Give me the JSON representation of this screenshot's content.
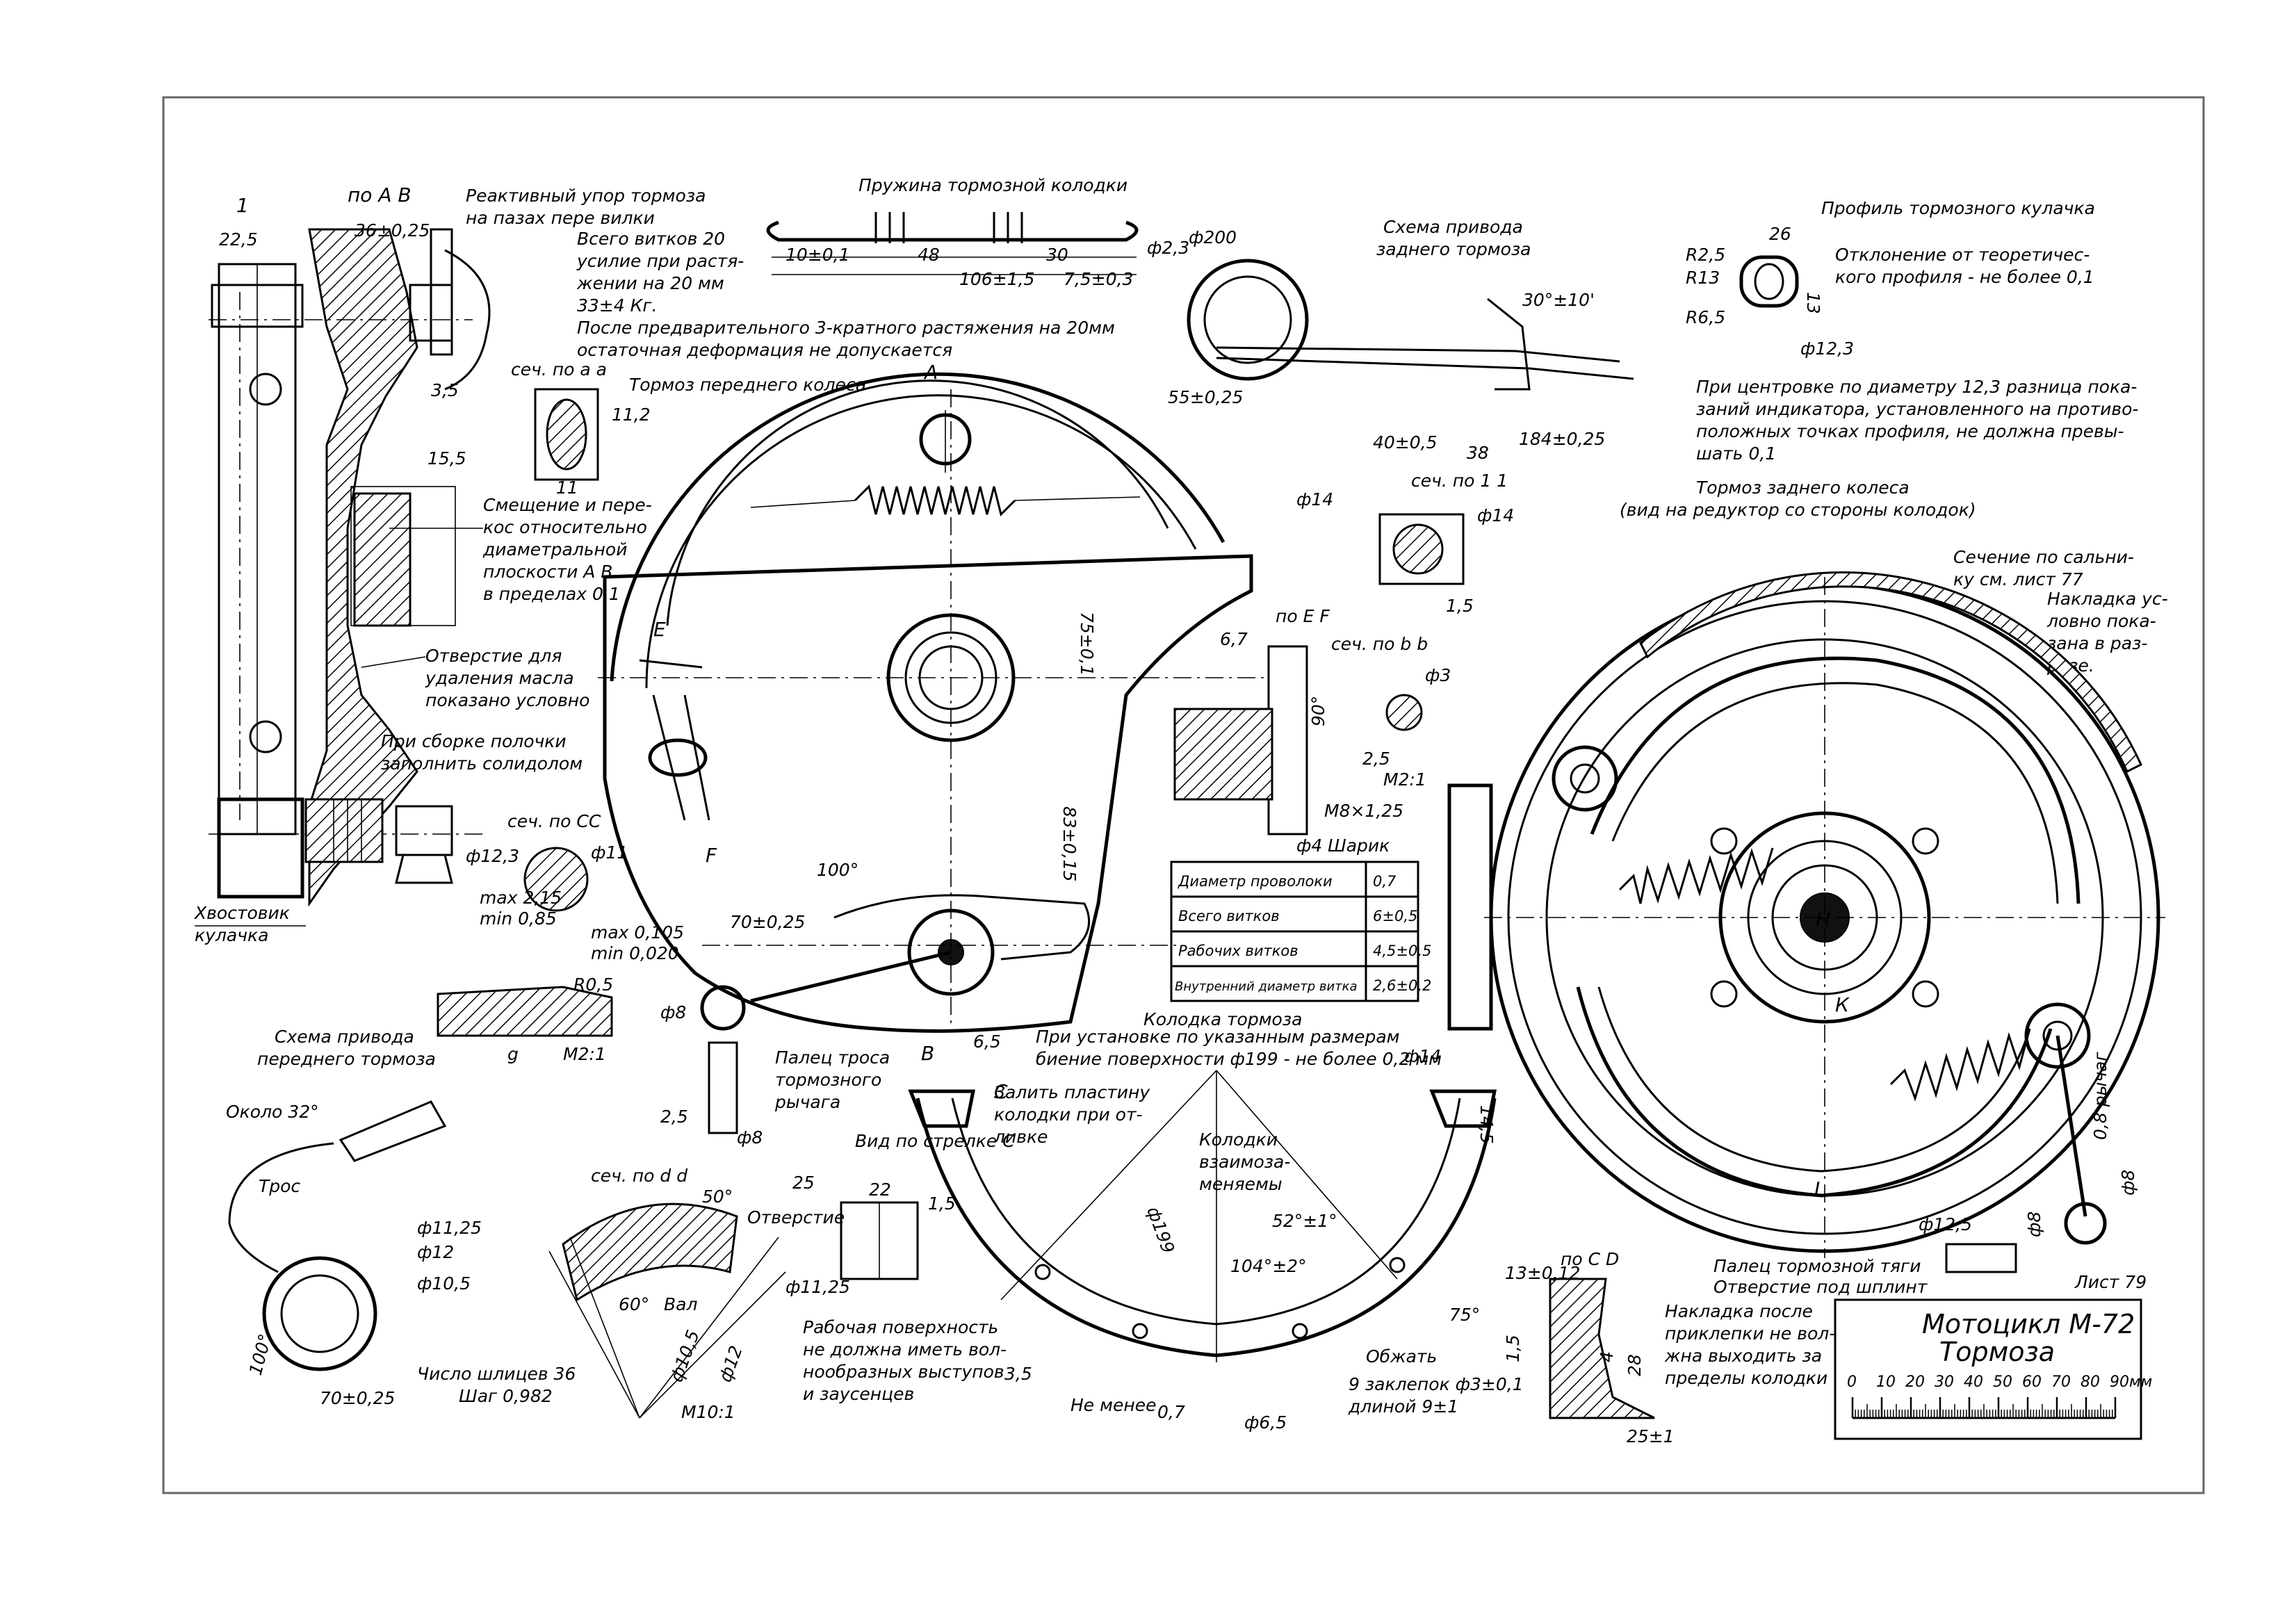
{
  "sheet": {
    "label": "Лист 79",
    "title_main": "Мотоцикл М-72",
    "title_sub": "Тормоза",
    "scale_ticks": [
      "0",
      "10",
      "20",
      "30",
      "40",
      "50",
      "60",
      "70",
      "80",
      "90мм"
    ]
  },
  "views": {
    "view_ab": "по А В",
    "sec_aa": "сеч. по а а",
    "sec_11": "сеч. по 1 1",
    "sec_bb": "сеч. по b b",
    "sec_cc": "сеч. по СС",
    "sec_dd": "сеч. по d d",
    "view_ef": "по Е F",
    "view_cd": "по С D",
    "view_arrow_c": "Вид по стрелке С",
    "sec_marker_1": "1",
    "marker_a": "А",
    "marker_b": "В",
    "marker_e": "Е",
    "marker_f": "F",
    "marker_c": "С",
    "marker_h": "Н",
    "marker_k": "К",
    "marker_l": "L"
  },
  "headings": {
    "front_brake": "Тормоз переднего колеса",
    "rear_brake": "Тормоз заднего колеса",
    "rear_brake_note": "(вид на редуктор со стороны колодок)",
    "spring": "Пружина тормозной колодки",
    "rear_drive_scheme_1": "Схема привода",
    "rear_drive_scheme_2": "заднего тормоза",
    "front_drive_scheme_1": "Схема привода",
    "front_drive_scheme_2": "переднего тормоза",
    "cam_profile": "Профиль тормозного кулачка",
    "brake_shoe": "Колодка тормоза"
  },
  "notes": {
    "reactive_stop_1": "Реактивный упор тормоза",
    "reactive_stop_2": "на пазах пере вилки",
    "spring_turns_1": "Всего витков 20",
    "spring_turns_2": "усилие при растя-",
    "spring_turns_3": "жении на 20 мм",
    "spring_turns_4": "33±4 Кг.",
    "spring_stretch_1": "После предварительного 3-кратного растяжения на 20мм",
    "spring_stretch_2": "остаточная деформация не допускается",
    "offset_1": "Смещение и пере-",
    "offset_2": "кос относительно",
    "offset_3": "диаметральной",
    "offset_4": "плоскости А В",
    "offset_5": "в пределах 0,1",
    "oil_hole_1": "Отверстие для",
    "oil_hole_2": "удаления масла",
    "oil_hole_3": "показано условно",
    "assembly_1": "При сборке полочки",
    "assembly_2": "заполнить солидолом",
    "cam_tail_1": "Хвостовик",
    "cam_tail_2": "кулачка",
    "cam_dev_1": "Отклонение от теоретичес-",
    "cam_dev_2": "кого профиля - не более 0,1",
    "centering_1": "При центровке по диаметру 12,3 разница пока-",
    "centering_2": "заний индикатора, установленного на противо-",
    "centering_3": "положных точках профиля, не должна превы-",
    "centering_4": "шать 0,1",
    "section_ref_1": "Сечение по сальни-",
    "section_ref_2": "ку см. лист 77",
    "lining_1": "Накладка ус-",
    "lining_2": "ловно пока-",
    "lining_3": "зана в раз-",
    "lining_4": "резе.",
    "ball": "Шарик",
    "cable_pin_1": "Палец троса",
    "cable_pin_2": "тормозного",
    "cable_pin_3": "рычага",
    "install_1": "При установке по указанным размерам",
    "install_2": "биение поверхности ф199 - не более 0,2 мм",
    "plate_1": "Залить пластину",
    "plate_2": "колодки при от-",
    "plate_3": "ливке",
    "shoes_swap_1": "Колодки",
    "shoes_swap_2": "взаимоза-",
    "shoes_swap_3": "меняемы",
    "work_surf_1": "Рабочая поверхность",
    "work_surf_2": "не должна иметь вол-",
    "work_surf_3": "нообразных выступов",
    "work_surf_4": "и заусенцев",
    "crimp": "Обжать",
    "rivets_1": "9 заклепок ф3±0,1",
    "rivets_2": "длиной 9±1",
    "lining_after_1": "Накладка после",
    "lining_after_2": "приклепки не вол-",
    "lining_after_3": "жна выходить за",
    "lining_after_4": "пределы колодки",
    "rod_pin_1": "Палец тормозной тяги",
    "rod_pin_2": "Отверстие под шплинт",
    "about_32": "Около 32°",
    "cable": "Трос",
    "hole": "Отверстие",
    "shaft": "Вал",
    "splines_1": "Число шлицев 36",
    "splines_2": "Шаг 0,982",
    "not_less": "Не менее",
    "travel": "0,8 рычаг"
  },
  "spring_table": {
    "rows": [
      {
        "param": "Диаметр проволоки",
        "value": "0,7"
      },
      {
        "param": "Всего витков",
        "value": "6±0,5"
      },
      {
        "param": "Рабочих витков",
        "value": "4,5±0,5"
      },
      {
        "param": "Внутренний диаметр витка",
        "value": "2,6±0,2"
      }
    ]
  },
  "dimensions": {
    "d_22_5": "22,5",
    "d_36": "36±0,25",
    "d_3_5": "3,5",
    "d_15_5": "15,5",
    "d_11_2": "11,2",
    "d_11": "11",
    "d_10": "10±0,1",
    "d_48": "48",
    "d_30": "30",
    "d_106": "106±1,5",
    "d_7_5": "7,5±0,3",
    "d_f2_3": "ф2,3",
    "d_f200": "ф200",
    "d_55": "55±0,25",
    "d_30_10": "30°±10'",
    "d_40": "40±0,5",
    "d_38": "38",
    "d_184": "184±0,25",
    "d_26": "26",
    "d_r2_5": "R2,5",
    "d_r13": "R13",
    "d_r6_5": "R6,5",
    "d_13": "13",
    "d_f12_3": "ф12,3",
    "d_f14a": "ф14",
    "d_f14b": "ф14",
    "d_1_5": "1,5",
    "d_75": "75±0,1",
    "d_83": "83±0,15",
    "d_70": "70±0,25",
    "d_100": "100°",
    "d_6_7": "6,7",
    "d_90": "90°",
    "d_f3": "ф3",
    "d_2_5": "2,5",
    "d_m12": "М2:1",
    "d_m8": "М8×1,25",
    "d_f4": "ф4",
    "d_f12_3c": "ф12,3",
    "d_f11": "ф11",
    "d_max215": "max 2,15",
    "d_min085": "min 0,85",
    "d_max0105": "max 0,105",
    "d_min0020": "min 0,020",
    "d_r0_5": "R0,5",
    "d_m12b": "М2:1",
    "d_g": "g",
    "d_f8": "ф8",
    "d_6_5": "6,5",
    "d_f14c": "ф14",
    "d_14_5": "14,5",
    "d_2_5b": "2,5",
    "d_f8b": "ф8",
    "d_25": "25",
    "d_22": "22",
    "d_1_5b": "1,5",
    "d_f11_25": "ф11,25",
    "d_f12": "ф12",
    "d_f10_5": "ф10,5",
    "d_f11_25b": "ф11,25",
    "d_50": "50°",
    "d_60": "60°",
    "d_m10": "М10:1",
    "d_f10_5b": "ф10,5",
    "d_f12b": "ф12",
    "d_100b": "100°",
    "d_70b": "70±0,25",
    "d_f199": "ф199",
    "d_52": "52°±1°",
    "d_104": "104°±2°",
    "d_75b": "75°",
    "d_3_5b": "3,5",
    "d_0_7": "0,7",
    "d_f6_5": "ф6,5",
    "d_1_5c": "1,5",
    "d_13b": "13±0,12",
    "d_28": "28",
    "d_4": "4",
    "d_25b": "25±1",
    "d_f12_5": "ф12,5",
    "d_f8c": "ф8",
    "d_f8d": "ф8"
  }
}
